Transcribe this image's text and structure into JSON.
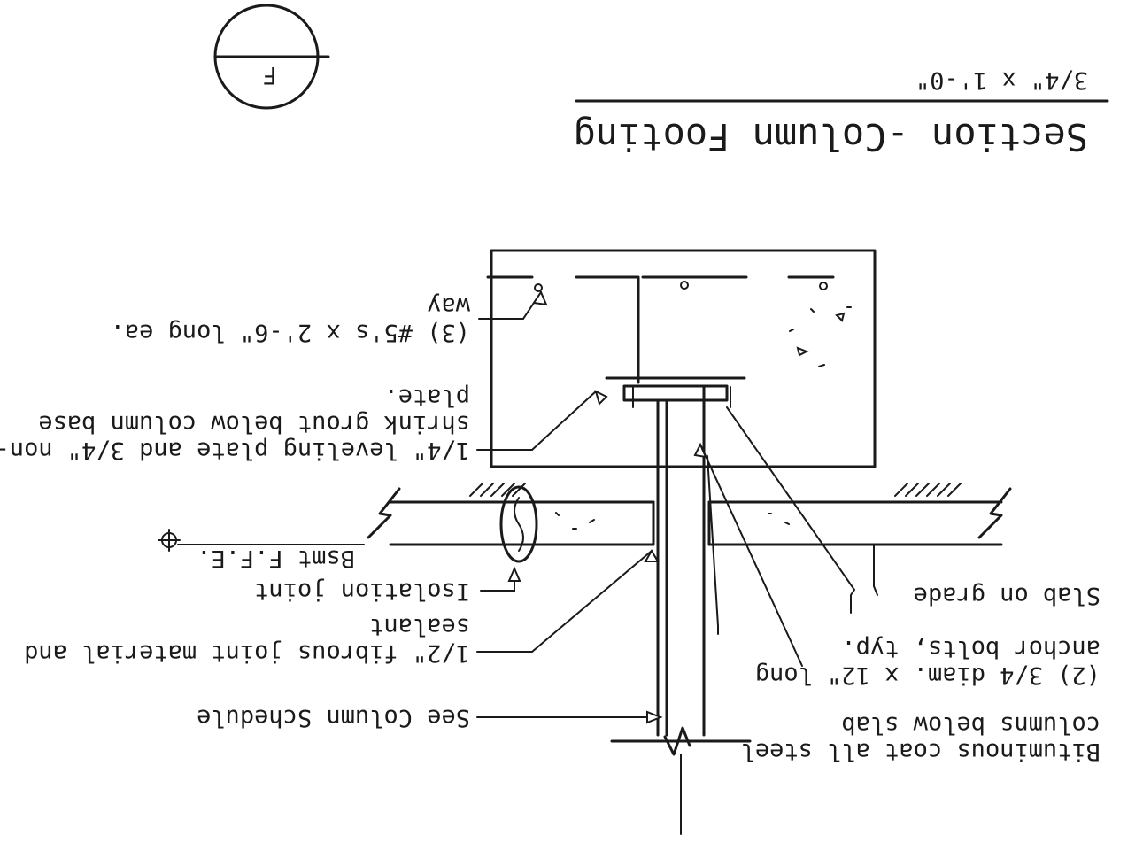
{
  "title": {
    "main": "Section -Column Footing",
    "scale": "3/4\" x 1'-0\"",
    "marker": "F"
  },
  "labels": {
    "rebar": [
      "(3) #5's x 2'-6\" long ea.",
      "way"
    ],
    "leveling_plate": [
      "1/4\" leveling plate and 3/4\" non-",
      "shrink grout below column base",
      "plate."
    ],
    "bsmt_ffe": "Bsmt F.F.E.",
    "isolation_joint": "Isolation joint",
    "fibrous_joint": [
      "1/2\" fibrous joint material and",
      "sealant"
    ],
    "see_column_schedule": "See Column Schedule",
    "slab_on_grade": "Slab on grade",
    "anchor_bolts": [
      "(2) 3/4 diam. x 12\" long",
      "anchor bolts, typ."
    ],
    "bituminous": [
      "Bituminous coat all steel",
      "columns below slab"
    ]
  }
}
